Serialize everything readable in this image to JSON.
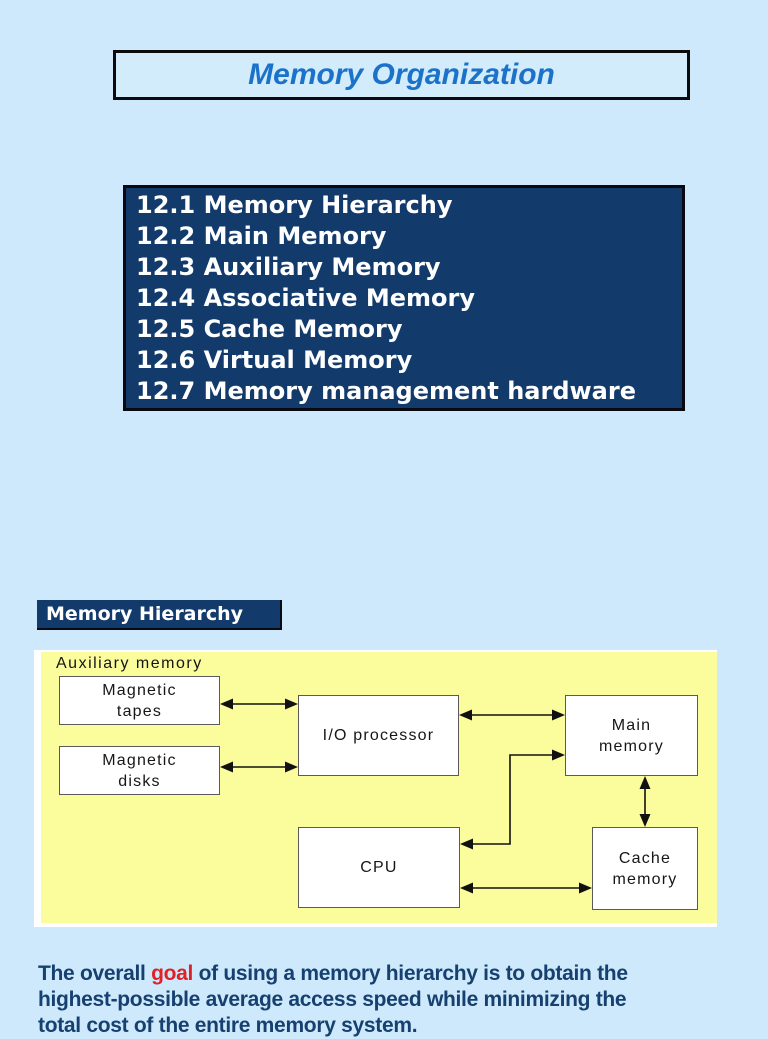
{
  "slide1": {
    "title": "Memory Organization",
    "toc": [
      "12.1 Memory Hierarchy",
      "12.2 Main Memory",
      "12.3 Auxiliary Memory",
      "12.4 Associative Memory",
      "12.5 Cache Memory",
      "12.6 Virtual Memory",
      "12.7 Memory management hardware"
    ]
  },
  "slide2": {
    "section_label": "Memory Hierarchy",
    "diagram": {
      "aux_label": "Auxiliary memory",
      "boxes": {
        "tapes": "Magnetic\ntapes",
        "disks": "Magnetic\ndisks",
        "io": "I/O processor",
        "main": "Main\nmemory",
        "cpu": "CPU",
        "cache": "Cache\nmemory"
      },
      "connections": [
        "Magnetic tapes <-> I/O processor",
        "Magnetic disks <-> I/O processor",
        "I/O processor <-> Main memory",
        "CPU <-> Main memory",
        "Main memory <-> Cache memory",
        "CPU <-> Cache memory"
      ]
    },
    "paragraph": {
      "line1_pre": "The overall ",
      "line1_goal": "goal",
      "line1_post": " of using a memory hierarchy is to obtain the",
      "line2": "highest-possible average access speed while minimizing the",
      "line3": "total cost of the entire memory system."
    }
  },
  "colors": {
    "page_background": "#cde9fb",
    "navy_box": "#123a6b",
    "title_blue": "#1b72c8",
    "highlight_red": "#e02127",
    "diagram_yellow": "#fbfc9b",
    "paragraph_navy": "#16406f"
  }
}
